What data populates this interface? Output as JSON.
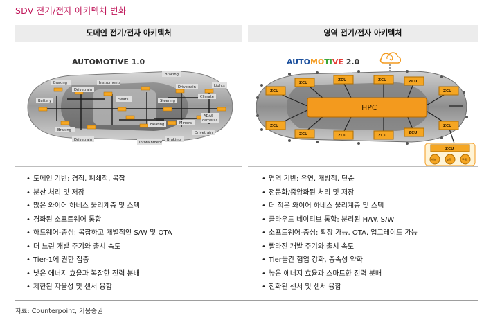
{
  "title": "SDV 전기/전자 아키텍처 변화",
  "left": {
    "header": "도메인 전기/전자 아키텍처",
    "diagram_title": "AUTOMOTIVE 1.0",
    "labels": {
      "braking_top": "Braking",
      "instruments": "Instruments",
      "braking_left": "Braking",
      "drivetrain_top": "Drivetrain",
      "drivetrain_right": "Drivetrain",
      "lights": "Lights",
      "climate": "Climate",
      "battery": "Battery",
      "seats": "Seats",
      "steering": "Steering",
      "adas": "ADAS",
      "cameras": "cameras",
      "heating": "Heating",
      "mirrors": "Mirrors",
      "drivetrain_lowright": "Drivetrain",
      "braking_low": "Braking",
      "drivetrain_low": "Drivetrain",
      "infotainment": "Infotainment",
      "braking_bottom": "Braking"
    },
    "bullets": [
      "도메인 기반: 경직, 폐쇄적, 복잡",
      "분산 처리 및 저장",
      "많은 와이어 하네스 물리계층 및 스택",
      "경화된 소프트웨어 통합",
      "하드웨어-중심: 복잡하고 개별적인 S/W 및 OTA",
      "더 느린 개발 주기와 출시 속도",
      "Tier-1에 권한 집중",
      "낮은 에너지 효율과 복잡한 전력 분배",
      "제한된 자율성 및 센서 융합"
    ]
  },
  "right": {
    "header": "영역 전기/전자 아키텍처",
    "diagram_title_parts": [
      "AUTO",
      "MO",
      "TI",
      "VE",
      " 2.0"
    ],
    "hpc_label": "HPC",
    "zcu_label": "ZCU",
    "sensor_labels": [
      "센서",
      "조작",
      "구동"
    ],
    "bullets": [
      "영역 기반: 유연, 개방적, 단순",
      "전문화/중앙화된 처리 및 저장",
      "더 적은 와이어 하네스 물리계층 및 스택",
      "클라우드 네이티브 통합: 분리된 H/W. S/W",
      "소프트웨어-중심: 확장 가능, OTA, 업그레이드 가능",
      "빨라진 개발 주기와 출시 속도",
      "Tier들간 협업 강화, 종속성 약화",
      "높은 에너지 효율과 스마트한 전력 분배",
      "진화된 센서 및 센서 융합"
    ]
  },
  "bullet_marker": "•",
  "source": "자료: Counterpoint, 키움증권",
  "colors": {
    "title": "#c0175a",
    "accent_line": "#d9477f",
    "header_bg": "#ececec",
    "ecu_orange": "#f5a623",
    "hpc_orange": "#f39a1e",
    "auto_blue": "#1b4f9c",
    "auto_orange": "#f39a1e",
    "auto_green": "#3aa63a",
    "auto_red": "#e53935"
  }
}
